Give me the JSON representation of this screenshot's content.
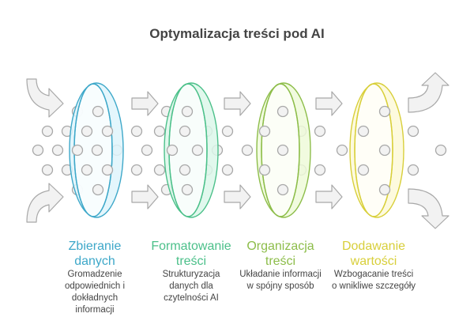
{
  "title": "Optymalizacja treści pod AI",
  "stages": [
    {
      "title_line1": "Zbieranie",
      "title_line2": "danych",
      "desc_lines": [
        "Gromadzenie",
        "odpowiednich i",
        "dokładnych",
        "informacji"
      ],
      "color": "#3ea8c9",
      "fill": "#dff4fb"
    },
    {
      "title_line1": "Formatowanie",
      "title_line2": "treści",
      "desc_lines": [
        "Strukturyzacja",
        "danych dla",
        "czytelności AI"
      ],
      "color": "#4cc08a",
      "fill": "#dcf7ea"
    },
    {
      "title_line1": "Organizacja",
      "title_line2": "treści",
      "desc_lines": [
        "Układanie informacji",
        "w spójny sposób"
      ],
      "color": "#8dbd4a",
      "fill": "#eefad9"
    },
    {
      "title_line1": "Dodawanie",
      "title_line2": "wartości",
      "desc_lines": [
        "Wzbogacanie treści",
        "o wnikliwe szczegóły"
      ],
      "color": "#d8cf3a",
      "fill": "#fdf9d8"
    }
  ],
  "colors": {
    "dot_fill": "#f2f2f2",
    "dot_stroke": "#a8a8a8",
    "arrow_fill": "#f2f2f2",
    "arrow_stroke": "#a8a8a8",
    "title": "#444444"
  }
}
